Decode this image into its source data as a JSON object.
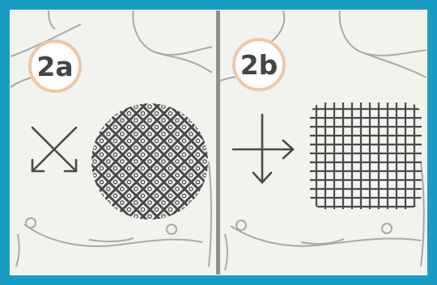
{
  "colors": {
    "frame": "#1b9cc4",
    "background": "#f2f2ef",
    "outline": "#a9a9a9",
    "badge_ring": "#efc7a6",
    "badge_text": "#454545",
    "pattern": "#4a4a4a"
  },
  "panels": [
    {
      "label": "2a",
      "direction_icon": "diagonal-cross-arrows-icon",
      "pattern": "diagonal-crosshatch"
    },
    {
      "label": "2b",
      "direction_icon": "right-down-arrows-icon",
      "pattern": "straight-grid"
    }
  ]
}
